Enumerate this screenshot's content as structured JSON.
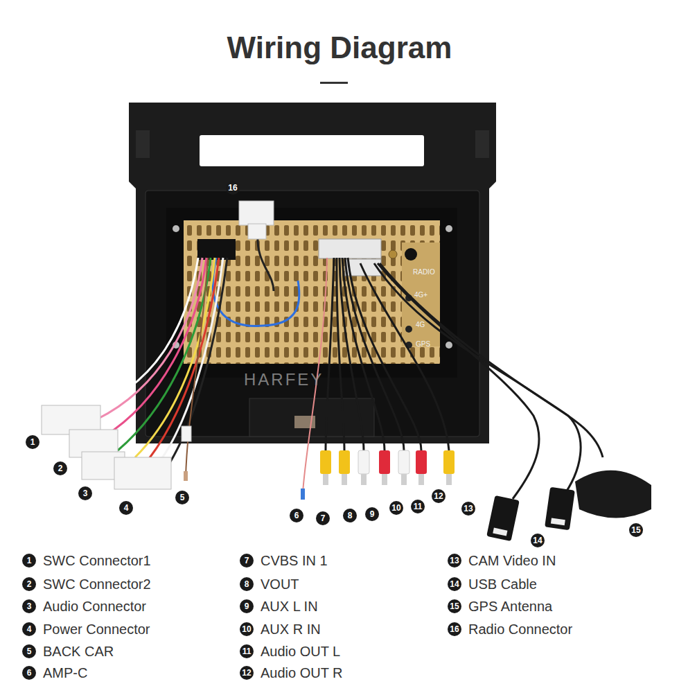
{
  "diagram": {
    "title": "Wiring Diagram",
    "labels": [
      "1",
      "2",
      "3",
      "4",
      "5",
      "6",
      "7",
      "8",
      "9",
      "10",
      "11",
      "12",
      "13",
      "14",
      "15",
      "16",
      "RADIO",
      "4G+",
      "4G",
      "GPS",
      "HARFEY",
      "1",
      "2",
      "3",
      "4",
      "5",
      "6",
      "7",
      "8",
      "9",
      "10",
      "11",
      "12",
      "13",
      "14",
      "15",
      "16"
    ],
    "legend": [
      {
        "text": "SWC Connector1"
      },
      {
        "text": "SWC Connector2"
      },
      {
        "text": "Audio Connector"
      },
      {
        "text": "Power Connector"
      },
      {
        "text": "BACK CAR"
      },
      {
        "text": "AMP-C"
      },
      {
        "text": "CVBS IN 1"
      },
      {
        "text": "VOUT"
      },
      {
        "text": "AUX L IN"
      },
      {
        "text": "AUX R IN"
      },
      {
        "text": "Audio OUT L"
      },
      {
        "text": "Audio OUT R"
      },
      {
        "text": "CAM Video IN"
      },
      {
        "text": "USB Cable"
      },
      {
        "text": "GPS Antenna"
      },
      {
        "text": "Radio Connector"
      }
    ]
  }
}
